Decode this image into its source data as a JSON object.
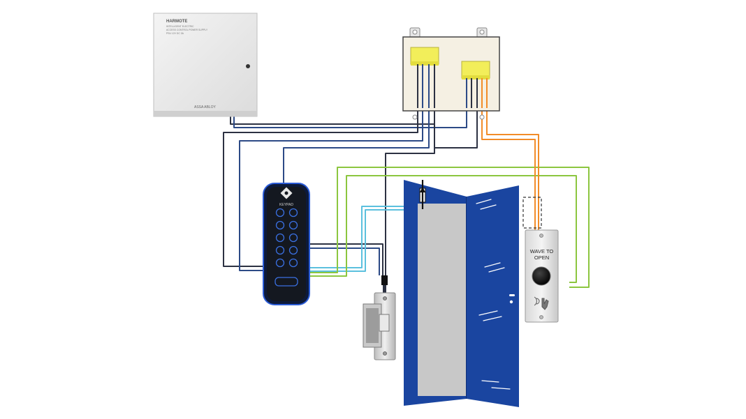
{
  "power_supply": {
    "title": "HARMOTE",
    "line1": "INTELLIGENT ELECTRIC",
    "line2": "ACCESS CONTROL POWER SUPPLY",
    "line3": "PSU 12V DC 3A",
    "brand": "ASSA ABLOY"
  },
  "keypad": {
    "brand": "KEYPAD"
  },
  "exit_button": {
    "line1": "WAVE TO",
    "line2": "OPEN"
  },
  "colors": {
    "door_blue": "#1a45a0",
    "wire_dark": "#2c3142",
    "wire_blue": "#2c4a86",
    "wire_green": "#8cc63f",
    "wire_cyan": "#5bc0de",
    "wire_orange": "#f28c28",
    "terminal_yellow": "#f2ee5a"
  }
}
